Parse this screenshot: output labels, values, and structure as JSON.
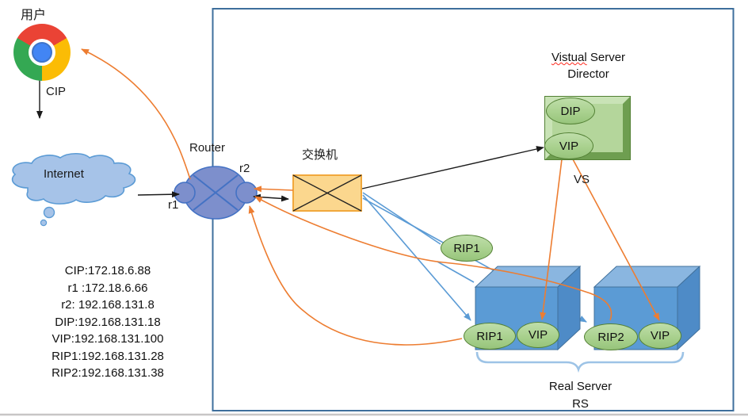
{
  "diagram": {
    "labels": {
      "user": "用户",
      "cip": "CIP",
      "internet": "Internet",
      "router": "Router",
      "r1": "r1",
      "r2": "r2",
      "switch": "交换机",
      "vs": "VS",
      "real_server": "Real Server",
      "rs": "RS"
    },
    "director": {
      "title_word1": "Vistual",
      "title_word2": "Server",
      "title_line2": "Director",
      "dip": "DIP",
      "vip": "VIP"
    },
    "nodes": {
      "rip1_floating": "RIP1",
      "server1_rip": "RIP1",
      "server1_vip": "VIP",
      "server2_rip": "RIP2",
      "server2_vip": "VIP"
    },
    "ips": [
      "CIP:172.18.6.88",
      "r1 :172.18.6.66",
      "r2: 192.168.131.8",
      "DIP:192.168.131.18",
      "VIP:192.168.131.100",
      "RIP1:192.168.131.28",
      "RIP2:192.168.131.38"
    ],
    "colors": {
      "flow_orange": "#ED7D31",
      "link_blue": "#5B9BD5",
      "frame_blue": "#3E6F9C",
      "green_fill": "#A9D18E",
      "green_border": "#538135",
      "cube_front": "#5B9BD5",
      "cube_top": "#8AB6E0",
      "cube_side": "#4E8BC7",
      "router_fill": "#7D8FCC",
      "router_border": "#4472C4",
      "switch_fill": "#FBD78E",
      "switch_border": "#F1A83C",
      "cloud_fill": "#A6C3E8"
    }
  }
}
